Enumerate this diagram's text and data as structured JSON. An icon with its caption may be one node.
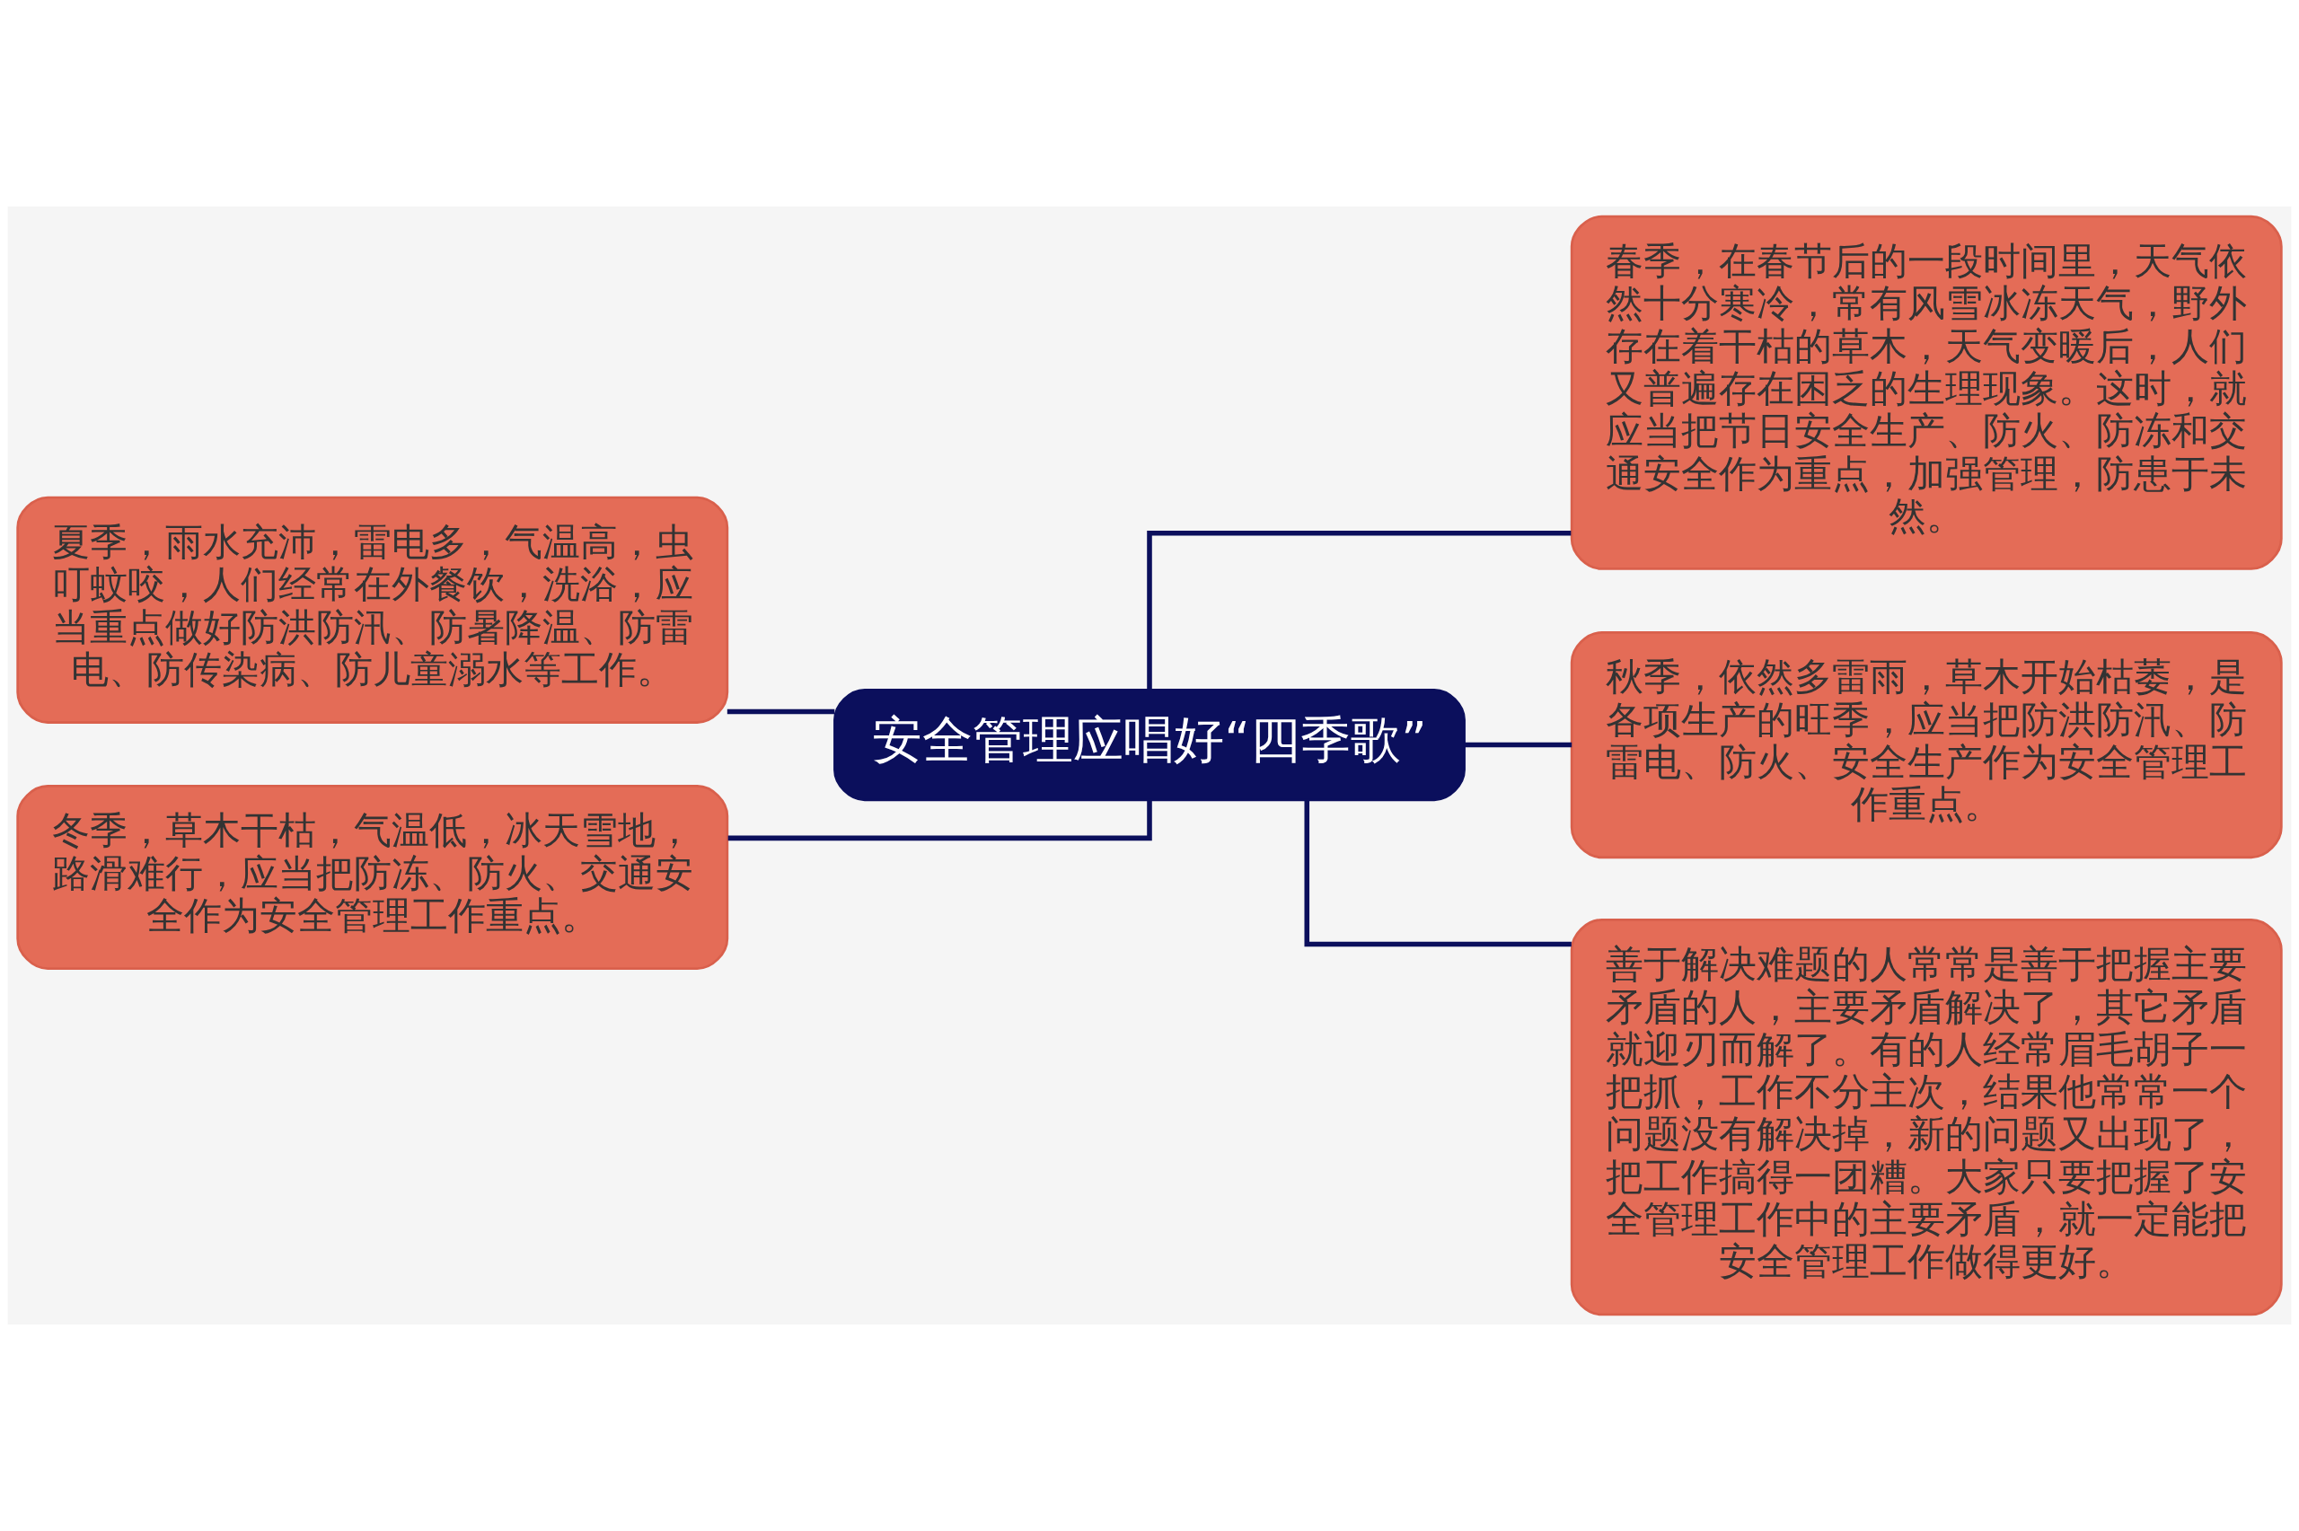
{
  "diagram": {
    "nodes": [
      {
        "text": [
          "安全管理应唱好“四季歌”"
        ]
      },
      {
        "text": [
          "夏季，雨水充沛，雷电多，气温高，虫叮蚊咬，人们经常在外餐饮，洗浴，应当重点做好防洪防汛、防暑降温、防雷电、防传染病、防儿童溺水等工作。"
        ]
      },
      {
        "text": [
          "冬季，草木干枯，气温低，冰天雪地，路滑难行，应当把防冻、防火、交通安全作为安全管理工作重点。"
        ]
      },
      {
        "text": [
          "春季，在春节后的一段时间里，天气依然十分寒冷，常有风雪冰冻天气，野外存在着干枯的草木，天气变暖后，人们又普遍存在困乏的生理现象。这时，就应当把节日安全生产、防火、防冻和交通安全作为重点，加强管理，防患于未然。"
        ]
      },
      {
        "text": [
          "秋季，依然多雷雨，草木开始枯萎，是各项生产的旺季，应当把防洪防汛、防雷电、防火、安全生产作为安全管理工作重点。"
        ]
      },
      {
        "text": [
          "善于解决难题的人常常是善于把握主要矛盾的人，主要矛盾解决了，其它矛盾就迎刃而解了。有的人经常眉毛胡子一把抓，工作不分主次，结果他常常一个问题没有解决掉，新的问题又出现了，把工作搞得一团糟。大家只要把握了安全管理工作中的主要矛盾，就一定能把安全管理工作做得更好。"
        ]
      }
    ],
    "edges": [
      {
        "from": 0,
        "to": 1,
        "arrow": "none"
      },
      {
        "from": 0,
        "to": 2,
        "arrow": "none"
      },
      {
        "from": 0,
        "to": 3,
        "arrow": "none"
      },
      {
        "from": 0,
        "to": 4,
        "arrow": "none"
      },
      {
        "from": 0,
        "to": 5,
        "arrow": "none"
      }
    ]
  }
}
